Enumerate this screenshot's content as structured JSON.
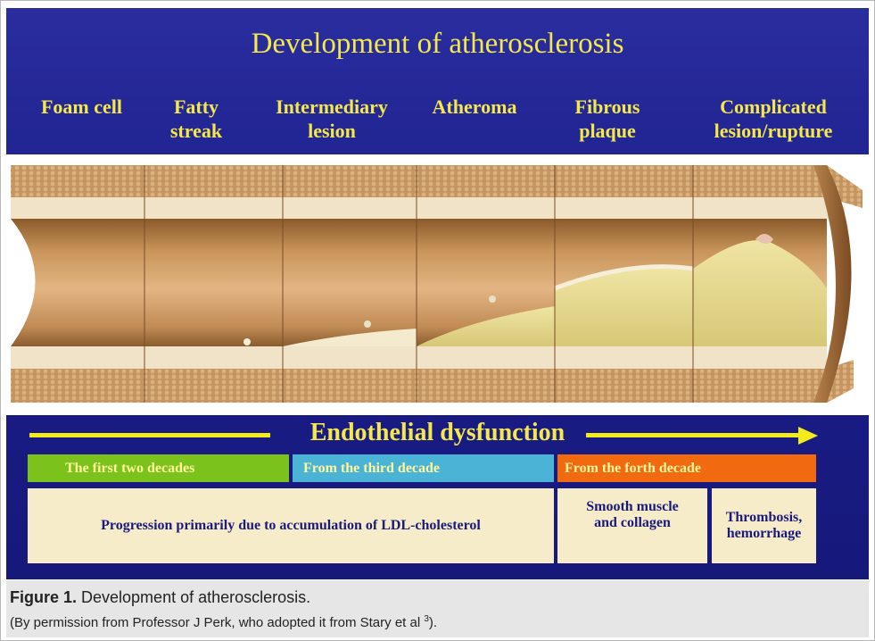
{
  "title": "Development of atherosclerosis",
  "stages": [
    {
      "line1": "Foam cell",
      "line2": ""
    },
    {
      "line1": "Fatty",
      "line2": "streak"
    },
    {
      "line1": "Intermediary",
      "line2": "lesion"
    },
    {
      "line1": "Atheroma",
      "line2": ""
    },
    {
      "line1": "Fibrous",
      "line2": "plaque"
    },
    {
      "line1": "Complicated",
      "line2": "lesion/rupture"
    }
  ],
  "endothelial": "Endothelial dysfunction",
  "decades": [
    {
      "label": "The first two decades",
      "color": "#7cc21d"
    },
    {
      "label": "From the third decade",
      "color": "#4bb3d6"
    },
    {
      "label": "From the forth decade",
      "color": "#f26a10"
    }
  ],
  "boxes": {
    "progression": "Progression primarily due to accumulation of LDL-cholesterol",
    "smooth_line1": "Smooth muscle",
    "smooth_line2": "and collagen",
    "thrombosis_line1": "Thrombosis,",
    "thrombosis_line2": "hemorrhage"
  },
  "caption": {
    "label": "Figure 1.",
    "text": " Development of atherosclerosis.",
    "note_pre": "(By permission from Professor J Perk, who adopted it from Stary et al ",
    "note_sup": "3",
    "note_post": ")."
  },
  "colors": {
    "background": "#1c1f8c",
    "title_text": "#f5e84a",
    "arrow": "#f3ec1a",
    "box_fill": "#f7ecca",
    "box_text": "#1a1a7a"
  }
}
